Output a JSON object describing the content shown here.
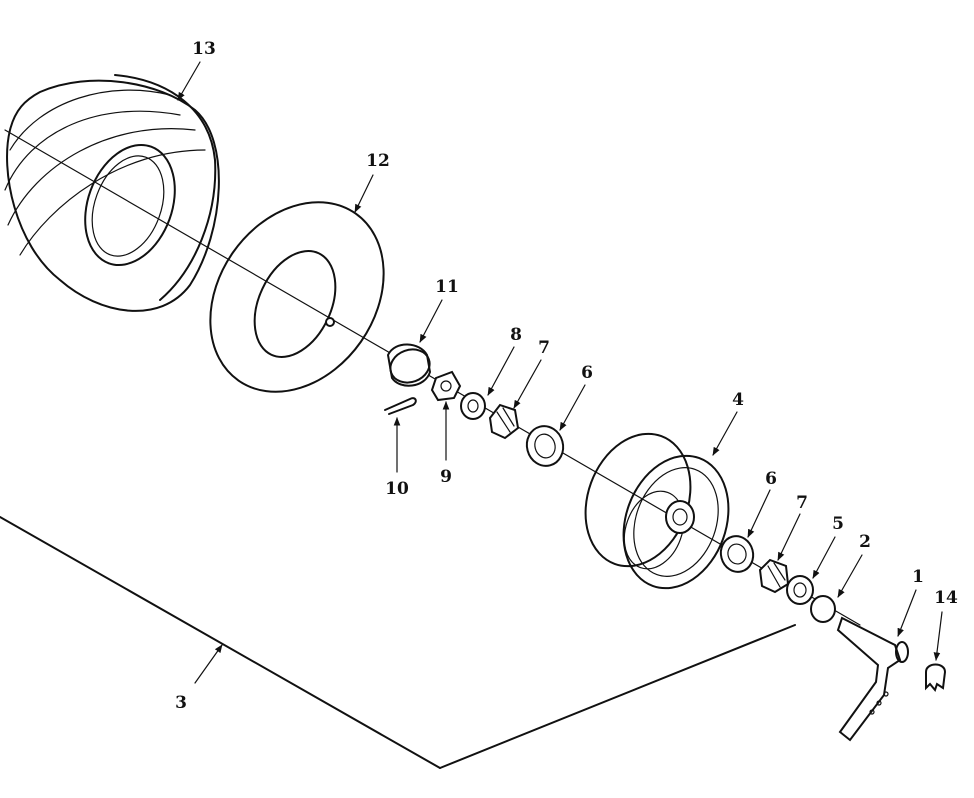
{
  "parts": [
    {
      "id": "p1",
      "number": "1"
    },
    {
      "id": "p2",
      "number": "2"
    },
    {
      "id": "p3",
      "number": "3"
    },
    {
      "id": "p4",
      "number": "4"
    },
    {
      "id": "p5",
      "number": "5"
    },
    {
      "id": "p6a",
      "number": "6"
    },
    {
      "id": "p6b",
      "number": "6"
    },
    {
      "id": "p7a",
      "number": "7"
    },
    {
      "id": "p7b",
      "number": "7"
    },
    {
      "id": "p8",
      "number": "8"
    },
    {
      "id": "p9",
      "number": "9"
    },
    {
      "id": "p10",
      "number": "10"
    },
    {
      "id": "p11",
      "number": "11"
    },
    {
      "id": "p12",
      "number": "12"
    },
    {
      "id": "p13",
      "number": "13"
    },
    {
      "id": "p14",
      "number": "14"
    }
  ]
}
